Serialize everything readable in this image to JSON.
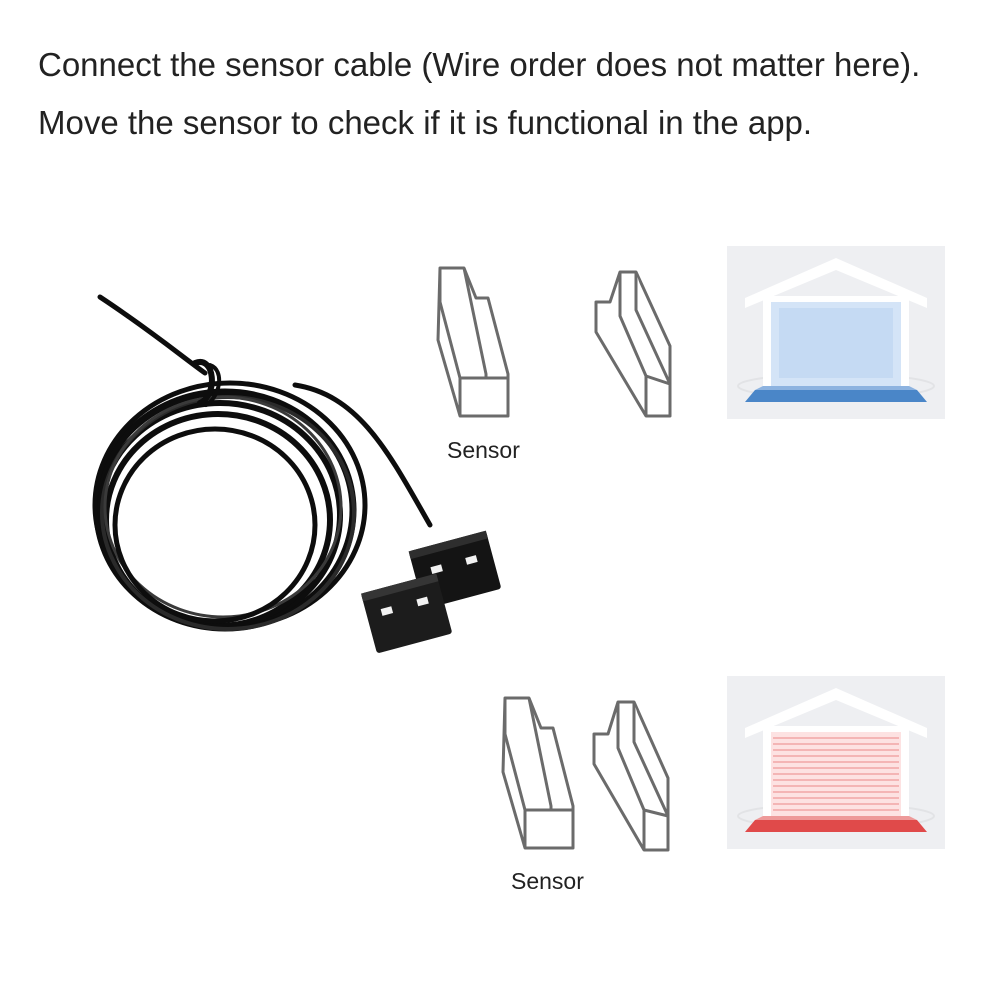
{
  "instructions": [
    "Connect the sensor cable (Wire order does not matter here).",
    "Move the sensor to check if it is functional in the app."
  ],
  "scenes": [
    {
      "caption": "Sensor",
      "state": "open",
      "accent_color": "#4a86c8",
      "door_fill": "#d4e4f7"
    },
    {
      "caption": "Sensor",
      "state": "closed",
      "accent_color": "#e04a4a",
      "door_fill": "#fde2e2"
    }
  ],
  "icons": {
    "cable": "coiled-cable-icon",
    "magnet": "magnet-block-icon",
    "garage": "garage-icon"
  }
}
